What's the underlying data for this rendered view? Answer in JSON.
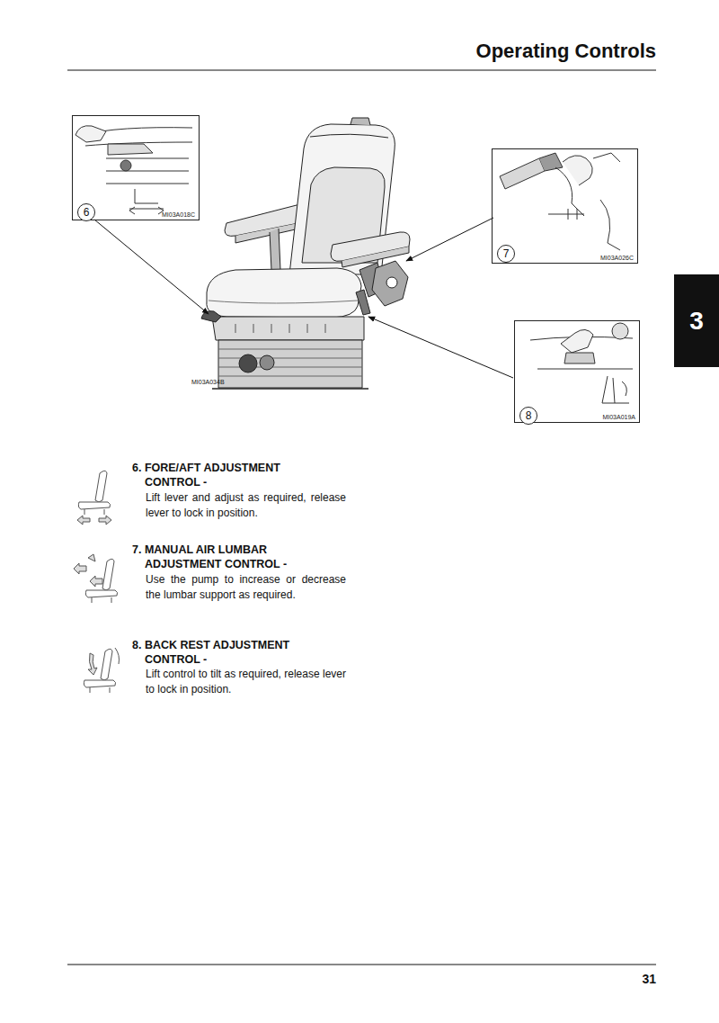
{
  "diagram": {
    "title": "Operating Controls",
    "nodes": [
      {
        "text": [
          "MI03A018C"
        ]
      },
      {
        "text": [
          "6"
        ]
      },
      {
        "text": [
          "MI03A026C"
        ]
      },
      {
        "text": [
          "7"
        ]
      },
      {
        "text": [
          "3"
        ]
      },
      {
        "text": [
          "MI03A019A"
        ]
      },
      {
        "text": [
          "8"
        ]
      }
    ],
    "labels": [
      "MI03A034B",
      "6. FORE/AFT ADJUSTMENT CONTROL -",
      "Lift lever and adjust as required, release lever to lock in position.",
      "7. MANUAL AIR LUMBAR ADJUSTMENT CONTROL -",
      "Use the pump to increase or decrease the lumbar support as required.",
      "8. BACK REST ADJUSTMENT CONTROL -",
      "Lift control to tilt as required, release lever to lock in position.",
      "31"
    ]
  }
}
